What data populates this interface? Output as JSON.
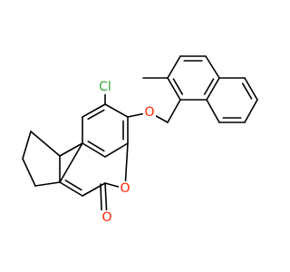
{
  "molecule": {
    "colors": {
      "bond": "#000000",
      "chlorine": "#33aa33",
      "oxygen": "#ff2200"
    },
    "labels": {
      "chlorine": "Cl",
      "ether_oxygen": "O",
      "ring_oxygen": "O",
      "carbonyl_oxygen": "O"
    }
  }
}
